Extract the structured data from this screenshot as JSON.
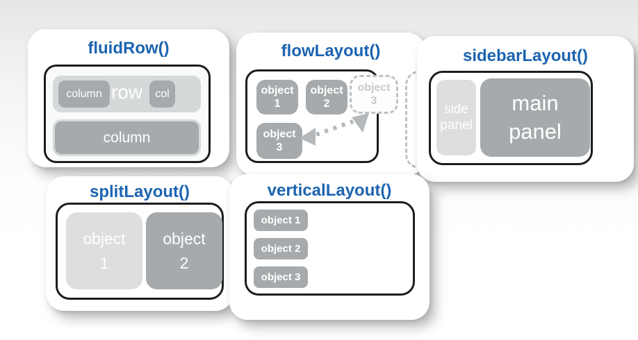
{
  "colors": {
    "title_blue": "#1c64b0",
    "box_border_black": "#1c1c1c",
    "light_gray_panel": "#dcdee0",
    "medium_gray_panel": "#a6aaac",
    "ghost_gray": "#c6cacc",
    "arrow_gray": "#b5b9bb",
    "card_white": "#ffffff"
  },
  "cards": {
    "fluid": {
      "title": "fluidRow()",
      "row": {
        "label": "row",
        "left_chip": "column",
        "right_chip": "col"
      },
      "bottom_column": "column"
    },
    "flow": {
      "title": "flowLayout()",
      "object1": {
        "l1": "object",
        "l2": "1"
      },
      "object2": {
        "l1": "object",
        "l2": "2"
      },
      "ghost3": {
        "l1": "object",
        "l2": "3"
      },
      "object3": {
        "l1": "object",
        "l2": "3"
      }
    },
    "sidebar": {
      "title": "sidebarLayout()",
      "side_panel": {
        "l1": "side",
        "l2": "panel"
      },
      "main_panel": {
        "l1": "main",
        "l2": "panel"
      }
    },
    "split": {
      "title": "splitLayout()",
      "object1": {
        "l1": "object",
        "l2": "1"
      },
      "object2": {
        "l1": "object",
        "l2": "2"
      }
    },
    "vertical": {
      "title": "verticalLayout()",
      "items": [
        "object 1",
        "object 2",
        "object 3"
      ]
    }
  }
}
